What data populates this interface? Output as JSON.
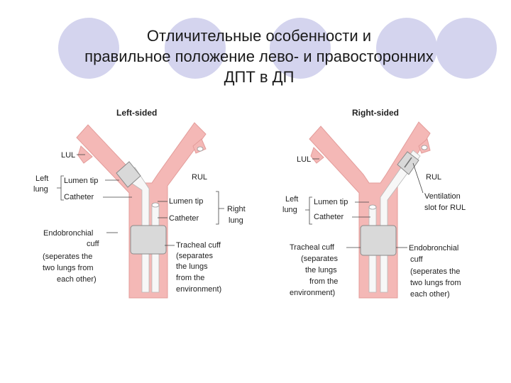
{
  "title": {
    "line1": "Отличительные особенности и",
    "line2": "правильное  положение лево- и правосторонних",
    "line3": "ДПТ в ДП"
  },
  "colors": {
    "airway": "#f4b8b6",
    "airway_edge": "#e39c9a",
    "tube": "#f7f7f7",
    "cuff": "#d9d9d9",
    "deco_circle": "#d4d4ee"
  },
  "left_diagram": {
    "header": "Left-sided",
    "lul": "LUL",
    "rul": "RUL",
    "left_lung_1": "Left",
    "left_lung_2": "lung",
    "lumen_tip_left": "Lumen tip",
    "catheter_left": "Catheter",
    "lumen_tip_right": "Lumen tip",
    "catheter_right": "Catheter",
    "right_lung_1": "Right",
    "right_lung_2": "lung",
    "endo_1": "Endobronchial",
    "endo_2": "cuff",
    "endo_3": "(seperates the",
    "endo_4": "two lungs from",
    "endo_5": "each other)",
    "trach_1": "Tracheal cuff",
    "trach_2": "(separates",
    "trach_3": "the lungs",
    "trach_4": "from the",
    "trach_5": "environment)"
  },
  "right_diagram": {
    "header": "Right-sided",
    "lul": "LUL",
    "rul": "RUL",
    "left_lung_1": "Left",
    "left_lung_2": "lung",
    "lumen_tip": "Lumen tip",
    "catheter": "Catheter",
    "vent_1": "Ventilation",
    "vent_2": "slot for RUL",
    "trach_1": "Tracheal cuff",
    "trach_2": "(separates",
    "trach_3": "the lungs",
    "trach_4": "from the",
    "trach_5": "environment)",
    "endo_1": "Endobronchial",
    "endo_2": "cuff",
    "endo_3": "(seperates the",
    "endo_4": "two lungs from",
    "endo_5": "each other)"
  }
}
